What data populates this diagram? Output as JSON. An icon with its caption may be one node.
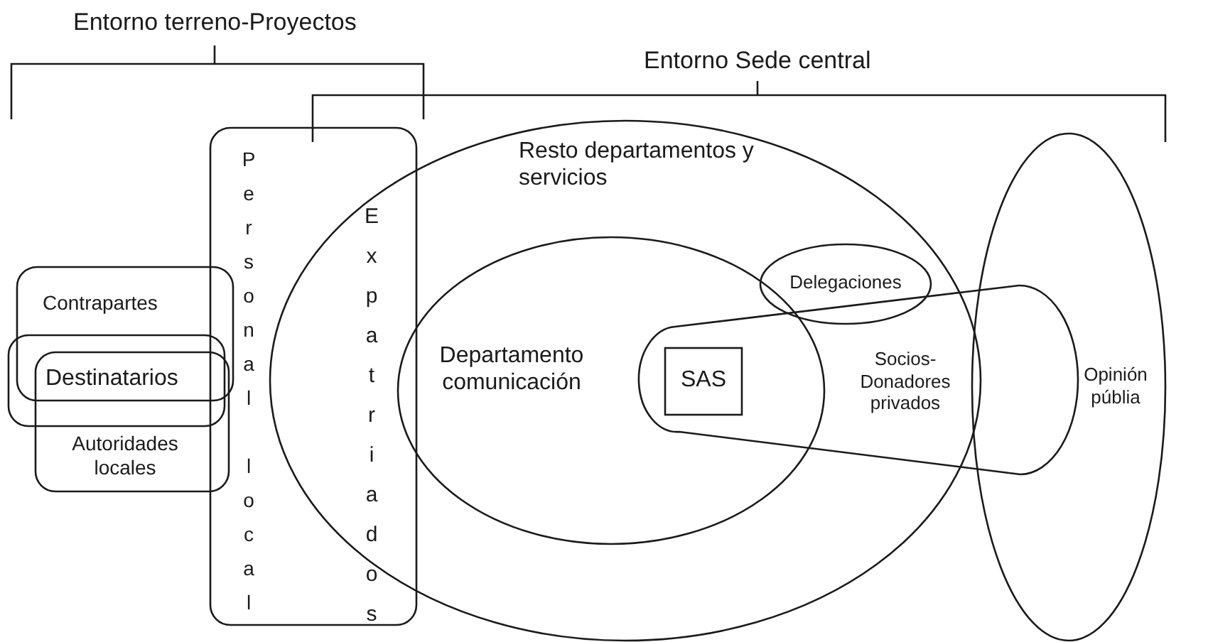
{
  "diagram": {
    "nodes": [
      {
        "text": [
          "Contrapartes"
        ]
      },
      {
        "text": [
          "Destinatarios"
        ]
      },
      {
        "text": [
          "Autoridades locales"
        ]
      },
      {
        "text": [
          "Personal local",
          "Expatriados"
        ]
      },
      {
        "text": [
          "Resto departamentos y servicios"
        ]
      },
      {
        "text": [
          "Departamento comunicación"
        ],
        "in": 4
      },
      {
        "text": [
          "Delegaciones"
        ],
        "in": 4
      },
      {
        "text": [
          "SAS"
        ]
      },
      {
        "text": [
          "Socios-Donadores privados"
        ]
      },
      {
        "text": [
          "Opinión públia"
        ]
      }
    ],
    "labels": [
      "Entorno terreno-Proyectos",
      "Entorno Sede central"
    ]
  }
}
